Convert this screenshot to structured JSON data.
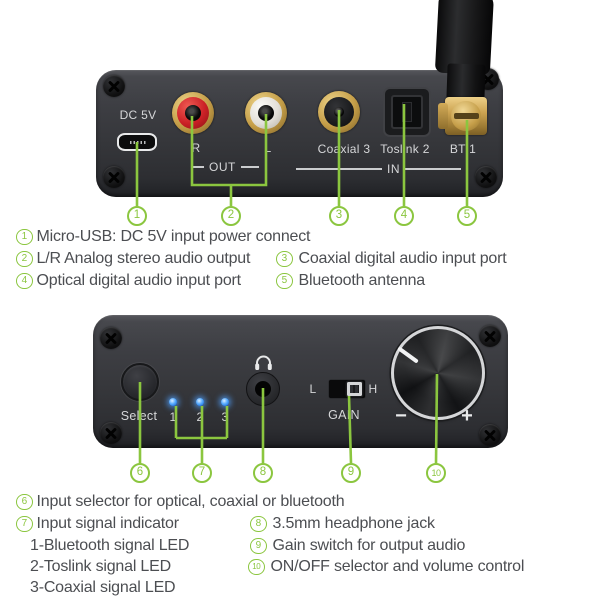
{
  "colors": {
    "accent_green": "#8bc63f",
    "body_text": "#4c4e52",
    "panel_text": "#d6d7d9",
    "led_blue": "#4da3ff",
    "rca_red": "#cb2026",
    "gold": "#c49d47"
  },
  "rear_view": {
    "panel": {
      "power": "DC 5V",
      "rca_r": "R",
      "rca_l": "L",
      "out": "OUT",
      "coaxial": "Coaxial 3",
      "toslink": "Toslink 2",
      "bt": "BT 1",
      "in": "IN"
    },
    "callouts": [
      "1",
      "2",
      "3",
      "4",
      "5"
    ]
  },
  "front_view": {
    "panel": {
      "select": "Select",
      "leds": [
        "1",
        "2",
        "3"
      ],
      "gain_l": "L",
      "gain_h": "H",
      "gain": "GAIN",
      "minus": "−",
      "plus": "+"
    },
    "callouts": [
      "6",
      "7",
      "8",
      "9",
      "10"
    ]
  },
  "legend_rear": [
    {
      "num": "1",
      "text": "Micro-USB: DC 5V input power connect"
    },
    {
      "num": "2",
      "text": "L/R Analog stereo audio output"
    },
    {
      "num": "3",
      "text": "Coaxial digital audio input port"
    },
    {
      "num": "4",
      "text": "Optical digital audio input port"
    },
    {
      "num": "5",
      "text": "Bluetooth antenna"
    }
  ],
  "legend_front": [
    {
      "num": "6",
      "text": "Input selector for optical, coaxial or bluetooth"
    },
    {
      "num": "7",
      "text": "Input signal indicator"
    },
    {
      "num": "8",
      "text": "3.5mm headphone jack"
    },
    {
      "num": "9",
      "text": "Gain switch for output audio"
    },
    {
      "num": "10",
      "text": "ON/OFF selector and volume control"
    }
  ],
  "legend_front_sub": [
    "1-Bluetooth signal LED",
    "2-Toslink signal LED",
    "3-Coaxial signal LED"
  ]
}
